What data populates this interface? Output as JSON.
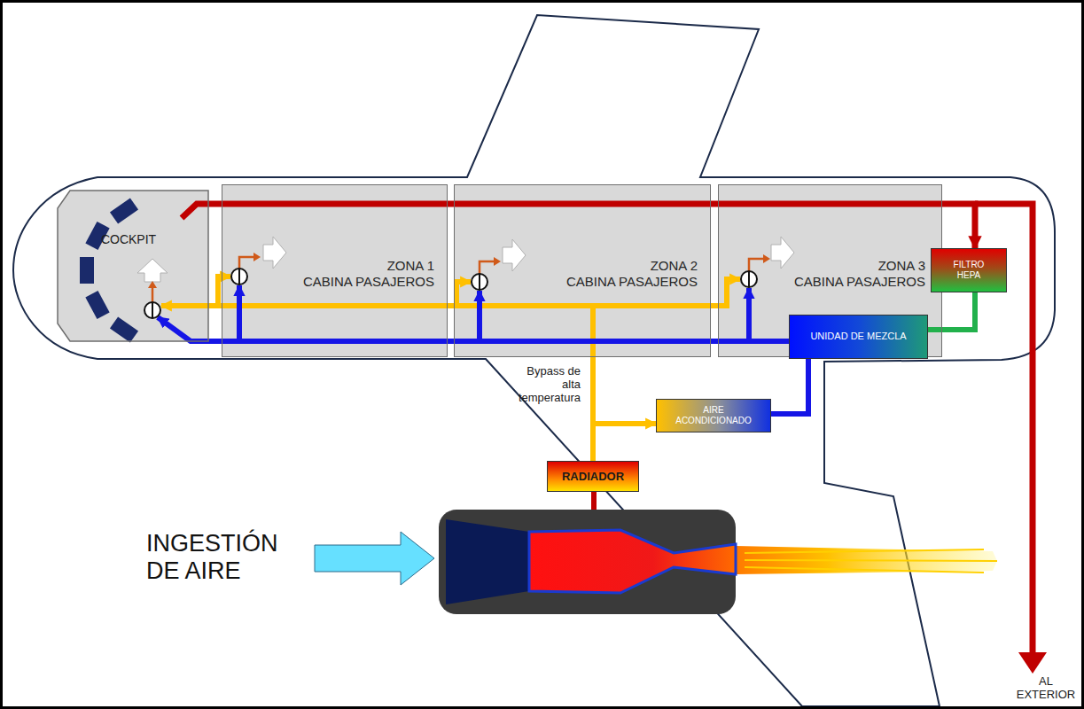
{
  "diagram": {
    "nodes": [
      {
        "text": [
          "COCKPIT"
        ]
      },
      {
        "text": [
          "ZONA 1 CABINA PASAJEROS"
        ]
      },
      {
        "text": [
          "ZONA 2 CABINA PASAJEROS"
        ]
      },
      {
        "text": [
          "ZONA 3 CABINA PASAJEROS"
        ]
      },
      {
        "text": [
          "FILTRO HEPA"
        ]
      },
      {
        "text": [
          "UNIDAD DE MEZCLA"
        ]
      },
      {
        "text": [
          "AIRE ACONDICIONADO"
        ]
      },
      {
        "text": [
          "RADIADOR"
        ]
      }
    ],
    "edges": [
      {
        "from": 7,
        "to": 6,
        "arrow": "to"
      },
      {
        "from": 7,
        "to": 1,
        "arrow": "to"
      },
      {
        "from": 7,
        "to": 2,
        "arrow": "to"
      },
      {
        "from": 7,
        "to": 3,
        "arrow": "to"
      },
      {
        "from": 7,
        "to": 0,
        "arrow": "to"
      },
      {
        "from": 6,
        "to": 5,
        "arrow": "none"
      },
      {
        "from": 4,
        "to": 5,
        "arrow": "none"
      },
      {
        "from": 5,
        "to": 3,
        "arrow": "to"
      },
      {
        "from": 5,
        "to": 2,
        "arrow": "to"
      },
      {
        "from": 5,
        "to": 1,
        "arrow": "to"
      },
      {
        "from": 5,
        "to": 0,
        "arrow": "to"
      },
      {
        "from": 0,
        "to": 4,
        "arrow": "to"
      }
    ],
    "labels": [
      "INGESTIÓN DE AIRE",
      "Bypass de alta temperatura",
      "AL EXTERIOR"
    ]
  }
}
